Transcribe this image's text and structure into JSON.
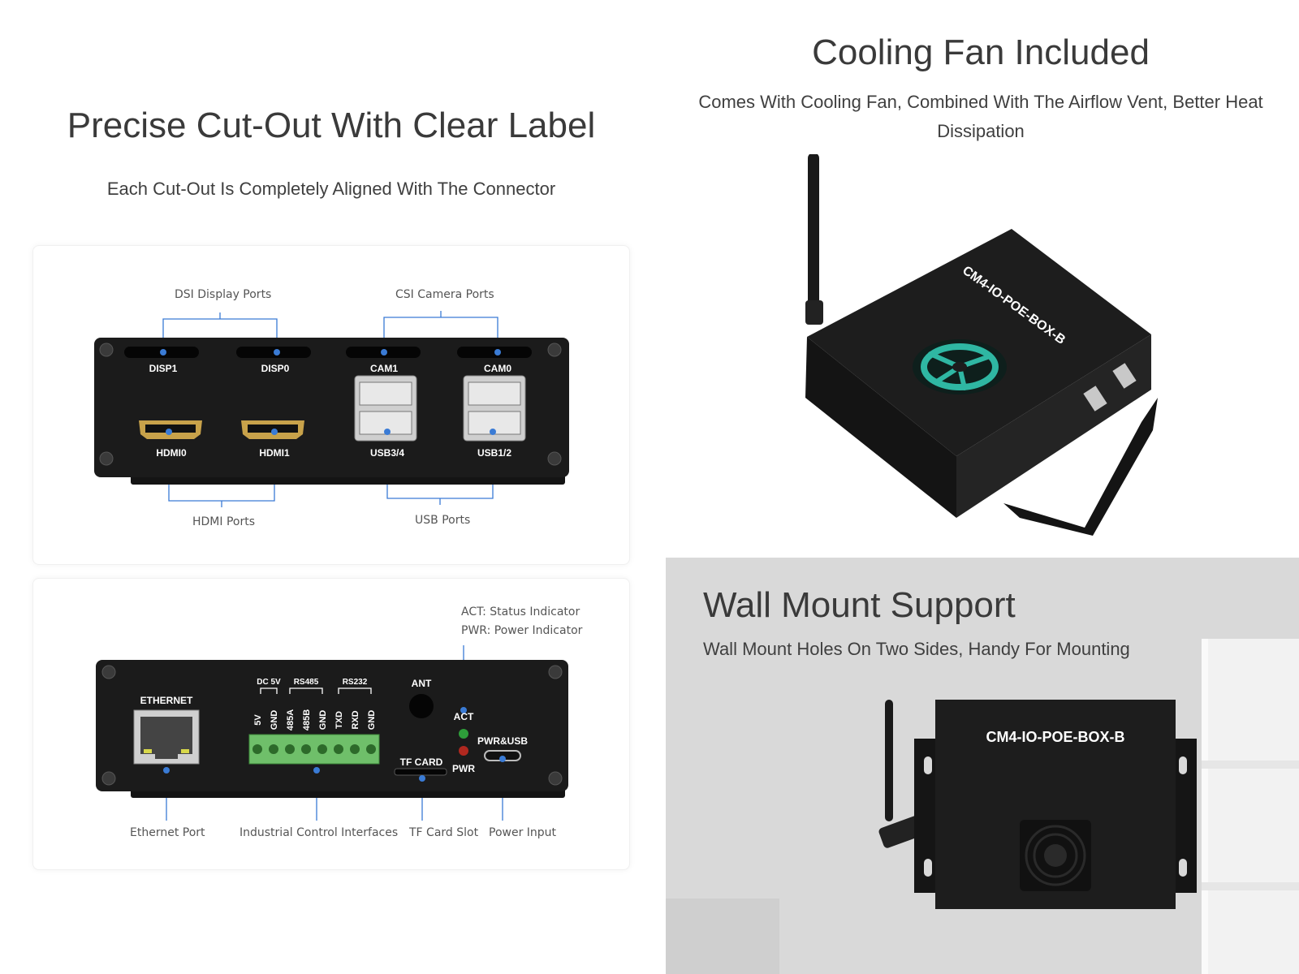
{
  "left_top": {
    "title": "Precise Cut-Out With Clear Label",
    "subtitle": "Each Cut-Out Is Completely Aligned With The Connector"
  },
  "panel1": {
    "callouts": {
      "dsi": "DSI Display Ports",
      "csi": "CSI Camera Ports",
      "hdmi": "HDMI Ports",
      "usb": "USB Ports"
    },
    "labels": {
      "disp1": "DISP1",
      "disp0": "DISP0",
      "cam1": "CAM1",
      "cam0": "CAM0",
      "hdmi0": "HDMI0",
      "hdmi1": "HDMI1",
      "usb34": "USB3/4",
      "usb12": "USB1/2"
    }
  },
  "panel2": {
    "callouts": {
      "act": "ACT: Status Indicator",
      "pwr": "PWR: Power Indicator",
      "ethernet": "Ethernet Port",
      "industrial": "Industrial Control Interfaces",
      "tf": "TF Card Slot",
      "power": "Power Input"
    },
    "labels": {
      "ethernet": "ETHERNET",
      "dc5v": "DC 5V",
      "rs485": "RS485",
      "rs232": "RS232",
      "pins": [
        "5V",
        "GND",
        "485A",
        "485B",
        "GND",
        "TXD",
        "RXD",
        "GND"
      ],
      "ant": "ANT",
      "act": "ACT",
      "pwr": "PWR",
      "pwrusb": "PWR&USB",
      "tfcard": "TF CARD"
    }
  },
  "right_top": {
    "title": "Cooling Fan Included",
    "subtitle": "Comes With Cooling Fan, Combined With The Airflow Vent, Better Heat Dissipation",
    "device_label": "CM4-IO-POE-BOX-B"
  },
  "right_bottom": {
    "title": "Wall Mount Support",
    "subtitle": "Wall Mount Holes On Two Sides, Handy For Mounting",
    "device_label": "CM4-IO-POE-BOX-B"
  },
  "colors": {
    "accent_line": "#3a7bd5",
    "device_body": "#1b1b1b",
    "fan_glow": "#2fb7a3",
    "terminal_green": "#6fbf6a",
    "wall_bg": "#d9d9d9"
  }
}
